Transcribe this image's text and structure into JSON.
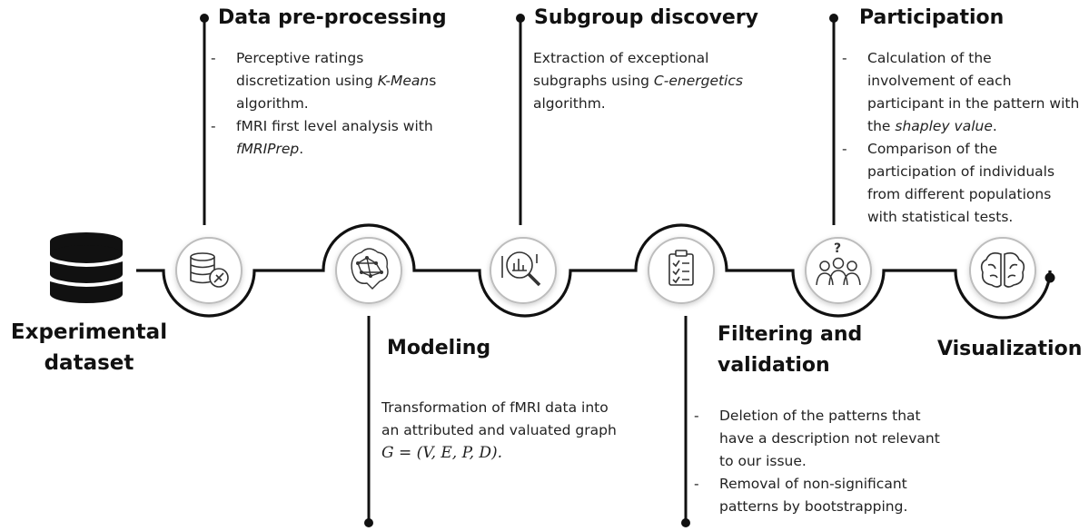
{
  "stages": {
    "dataset": {
      "title_line1": "Experimental",
      "title_line2": "dataset",
      "icon": "database-icon"
    },
    "preprocessing": {
      "title": "Data pre-processing",
      "icon": "database-clean-icon",
      "items": [
        {
          "pre": "Perceptive ratings discretization using ",
          "em": "K-Mean",
          "post": "s algorithm."
        },
        {
          "pre": "fMRI first level analysis with ",
          "em": "fMRIPrep",
          "post": "."
        }
      ]
    },
    "modeling": {
      "title": "Modeling",
      "icon": "brain-network-icon",
      "text": "Transformation of fMRI data into an attributed and valuated graph",
      "formula": "G = (V, E, P, D)."
    },
    "subgroup": {
      "title": "Subgroup discovery",
      "icon": "data-search-icon",
      "pre": "Extraction of exceptional subgraphs using ",
      "em": "C-energetics",
      "post": " algorithm."
    },
    "filtering": {
      "title_line1": "Filtering and",
      "title_line2": "validation",
      "icon": "checklist-icon",
      "items": [
        "Deletion of the patterns that have a description not relevant to our issue.",
        "Removal of non-significant patterns by bootstrapping."
      ]
    },
    "participation": {
      "title": "Participation",
      "icon": "group-question-icon",
      "items": [
        {
          "pre": "Calculation of the involvement of each participant in the pattern with the ",
          "em": "shapley value",
          "post": "."
        },
        {
          "pre": "Comparison of the participation of individuals from different populations with statistical tests.",
          "em": "",
          "post": ""
        }
      ]
    },
    "visualization": {
      "title": "Visualization",
      "icon": "brain-icon"
    }
  }
}
